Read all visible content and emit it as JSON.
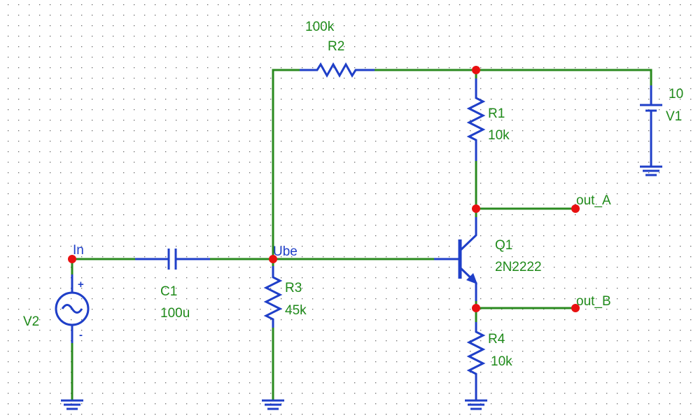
{
  "components": {
    "R2": {
      "name": "R2",
      "value": "100k"
    },
    "R1": {
      "name": "R1",
      "value": "10k"
    },
    "R3": {
      "name": "R3",
      "value": "45k"
    },
    "R4": {
      "name": "R4",
      "value": "10k"
    },
    "C1": {
      "name": "C1",
      "value": "100u"
    },
    "Q1": {
      "name": "Q1",
      "value": "2N2222"
    },
    "V1": {
      "name": "V1",
      "value": "10"
    },
    "V2": {
      "name": "V2",
      "plus": "+",
      "minus": "-"
    }
  },
  "nets": {
    "input": "In",
    "base": "Ube",
    "out_a": "out_A",
    "out_b": "out_B"
  },
  "colors": {
    "wire": "#2a8a1f",
    "component": "#1f3fc8",
    "node": "#e81010",
    "label": "#1f8a1a",
    "grid_dot": "#6a6a6a"
  }
}
